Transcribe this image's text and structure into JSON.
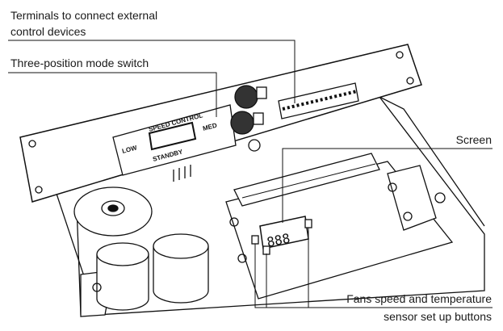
{
  "callouts": {
    "terminals": {
      "line1": "Terminals to connect external",
      "line2": "control devices"
    },
    "mode_switch": "Three-position mode switch",
    "screen": "Screen",
    "buttons": {
      "line1": "Fans speed and temperature",
      "line2": "sensor set up buttons"
    }
  },
  "panel_text": {
    "control": "SPEED CONTROL",
    "low": "LOW",
    "standby": "STANDBY",
    "med": "MED"
  }
}
